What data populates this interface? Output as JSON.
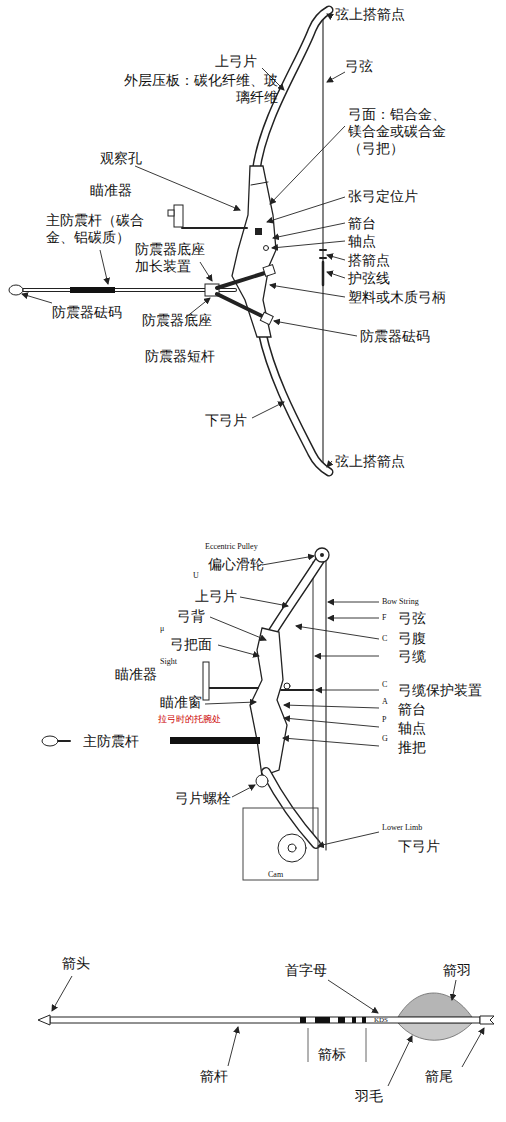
{
  "diagram": {
    "labels": [
      "弦上搭箭点",
      "上弓片",
      "外层压板：碳化纤维、玻璃纤维",
      "弓弦",
      "弓面：铝合金、镁合金或碳合金（弓把）",
      "观察孔",
      "瞄准器",
      "张弓定位片",
      "主防震杆（碳合金、铝碳质）",
      "箭台",
      "轴点",
      "防震器底座加长装置",
      "搭箭点",
      "护弦线",
      "防震器砝码",
      "塑料或木质弓柄",
      "防震器底座",
      "防震器砝码",
      "防震器短杆",
      "下弓片",
      "弦上搭箭点",
      "Eccentric Pulley",
      "偏心滑轮",
      "U",
      "上弓片",
      "Bow String",
      "弓背",
      "F",
      "弓弦",
      "μ",
      "弓把面",
      "C",
      "弓腹",
      "Sight",
      "弓缆",
      "瞄准器",
      "C",
      "弓缆保护装置",
      "瞄准窗",
      "A",
      "箭台",
      "拉弓时的托腕处",
      "P",
      "轴点",
      "G",
      "主防震杆",
      "推把",
      "弓片螺栓",
      "Lower Limb",
      "下弓片",
      "Cam",
      "箭头",
      "首字母",
      "箭羽",
      "KDS",
      "箭标",
      "箭杆",
      "箭尾",
      "羽毛"
    ]
  }
}
